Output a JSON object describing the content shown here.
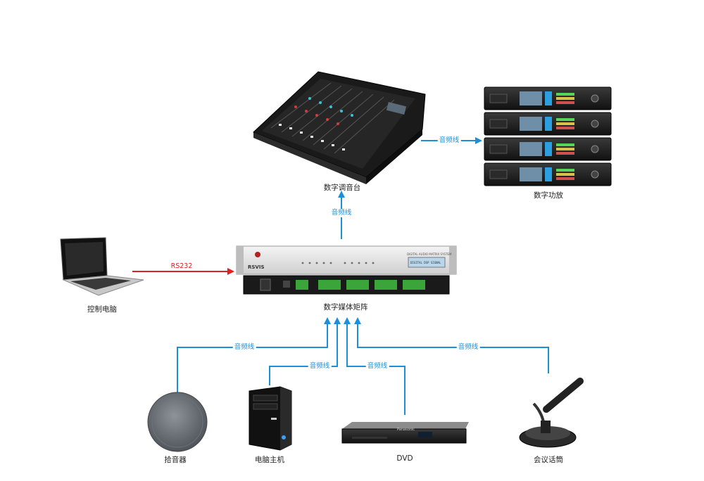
{
  "devices": {
    "mixer": {
      "label": "数字调音台"
    },
    "amp": {
      "label": "数字功放"
    },
    "matrix": {
      "label": "数字媒体矩阵",
      "brand": "RSVIS",
      "model_text": "DIGITAL AUDIO MATRIX SYSTEM",
      "lcd_text": "DIGITAL DSP SIGNAL"
    },
    "laptop": {
      "label": "控制电脑"
    },
    "pickup": {
      "label": "拾音器"
    },
    "pc": {
      "label": "电脑主机"
    },
    "dvd": {
      "label": "DVD",
      "brand": "Panasonic"
    },
    "mic": {
      "label": "会议话筒"
    }
  },
  "links": {
    "matrix_to_mixer": "音频线",
    "mixer_to_amp": "音频线",
    "laptop_to_matrix": "RS232",
    "pickup_to_matrix": "音频线",
    "pc_to_matrix": "音频线",
    "dvd_to_matrix": "音频线",
    "mic_to_matrix": "音频线"
  },
  "colors": {
    "audio_line": "#1d8fd8",
    "control_line": "#e02020"
  }
}
